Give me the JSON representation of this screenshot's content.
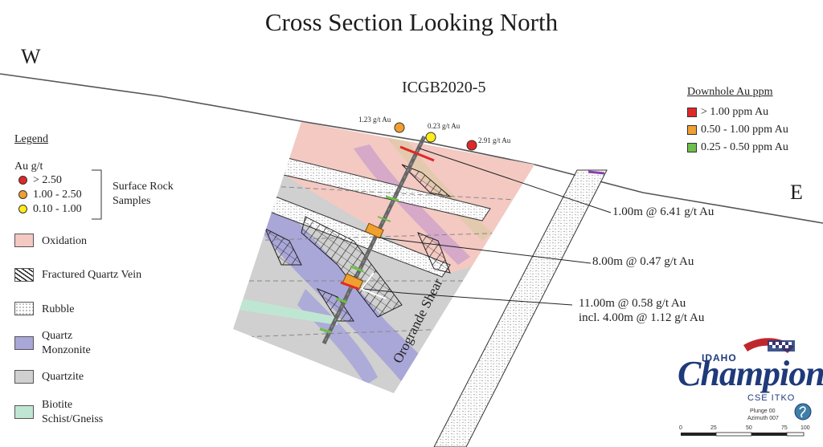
{
  "title": "Cross Section Looking North",
  "directions": {
    "west": "W",
    "east": "E"
  },
  "drill_hole": "ICGB2020-5",
  "surface_samples": [
    {
      "label": "1.23 g/t Au",
      "color": "#f0a030"
    },
    {
      "label": "0.23 g/t Au",
      "color": "#ffec1a"
    },
    {
      "label": "2.91 g/t Au",
      "color": "#e02828"
    }
  ],
  "legend": {
    "heading": "Legend",
    "au_heading": "Au g/t",
    "au_classes": [
      {
        "label": "> 2.50",
        "color": "#e02828"
      },
      {
        "label": "1.00 - 2.50",
        "color": "#f0a030"
      },
      {
        "label": "0.10 - 1.00",
        "color": "#ffec1a"
      }
    ],
    "surface_line1": "Surface Rock",
    "surface_line2": "Samples",
    "units": [
      {
        "label": "Oxidation",
        "color": "#f3c9c2"
      },
      {
        "label": "Fractured Quartz Vein",
        "color": "#ffffff"
      },
      {
        "label": "Rubble",
        "color": "#ffffff"
      },
      {
        "label_line1": "Quartz",
        "label_line2": "Monzonite",
        "color": "#a9a6d8"
      },
      {
        "label": "Quartzite",
        "color": "#cfd0cf"
      },
      {
        "label_line1": "Biotite",
        "label_line2": "Schist/Gneiss",
        "color": "#bfe6d2"
      }
    ]
  },
  "downhole": {
    "heading": "Downhole Au ppm",
    "items": [
      {
        "label": "> 1.00 ppm Au",
        "color": "#e02828"
      },
      {
        "label": "0.50 - 1.00 ppm Au",
        "color": "#f0a030"
      },
      {
        "label": "0.25 - 0.50 ppm Au",
        "color": "#6fbf4a"
      }
    ]
  },
  "intercepts": [
    {
      "line1": "1.00m @ 6.41 g/t Au"
    },
    {
      "line1": "8.00m @ 0.47 g/t Au"
    },
    {
      "line1": "11.00m @ 0.58 g/t Au",
      "line2": "incl. 4.00m @ 1.12 g/t Au"
    }
  ],
  "shear_label": "Orogrande Shear",
  "logo": {
    "top": "IDAHO",
    "main": "Champion",
    "sub": "CSE ITKO"
  },
  "orientation": {
    "plunge": "Plunge 00",
    "azimuth": "Azimuth 007"
  },
  "scale": {
    "ticks": [
      "0",
      "25",
      "50",
      "75",
      "100"
    ]
  }
}
